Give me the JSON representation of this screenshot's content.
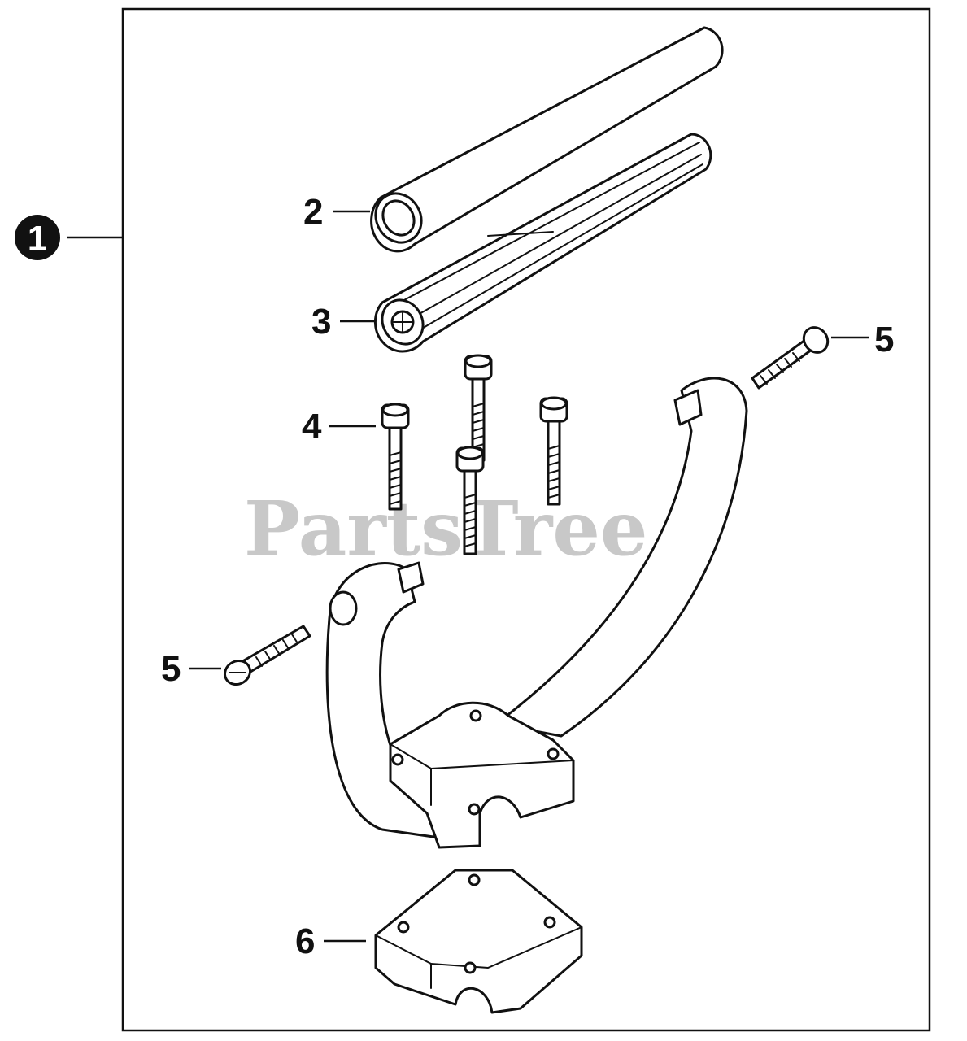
{
  "diagram": {
    "watermark": "PartsTree",
    "watermark_mark": "™",
    "callouts": {
      "assembly": "1",
      "grip_sleeve": "2",
      "grip_core": "3",
      "bolts": "4",
      "screw_right": "5",
      "screw_left": "5",
      "clamp": "6"
    }
  }
}
